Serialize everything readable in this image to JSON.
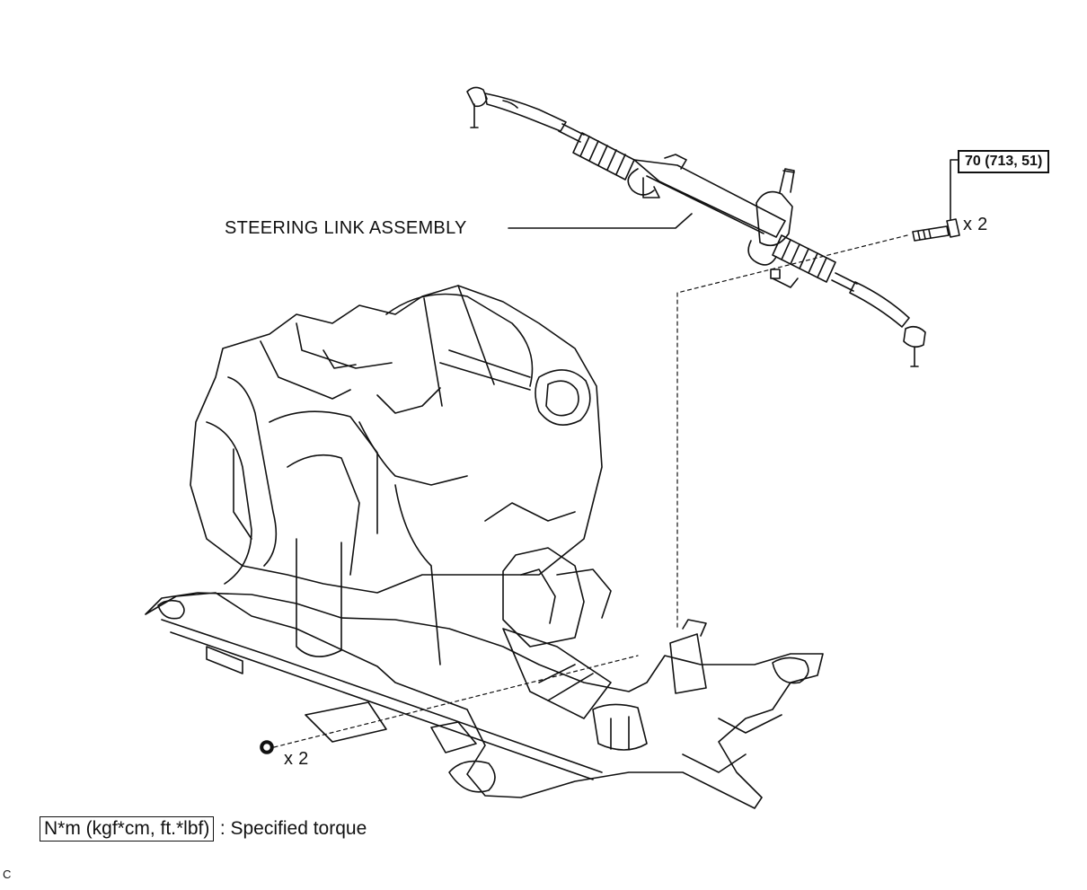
{
  "labels": {
    "steering_link": "STEERING LINK ASSEMBLY",
    "bolt_qty": "x 2",
    "nut_qty": "x 2",
    "torque_value": "70 (713, 51)",
    "legend_units": "N*m (kgf*cm, ft.*lbf)",
    "legend_text": ": Specified torque",
    "corner_mark": "C"
  },
  "colors": {
    "line": "#111111",
    "background": "#ffffff"
  }
}
